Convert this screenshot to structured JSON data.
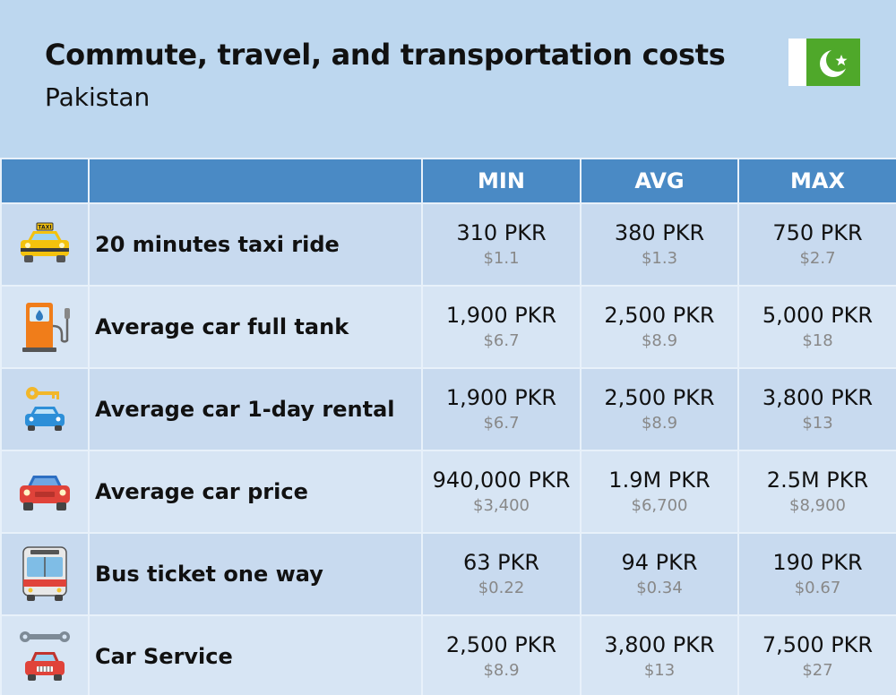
{
  "header": {
    "title": "Commute, travel, and transportation costs",
    "subtitle": "Pakistan",
    "flag": {
      "name": "pakistan-flag-icon",
      "green": "#4fa82a",
      "white": "#ffffff"
    }
  },
  "table": {
    "columns": [
      "MIN",
      "AVG",
      "MAX"
    ],
    "rows": [
      {
        "label": "20 minutes taxi ride",
        "icon": "taxi-icon",
        "min": {
          "pkr": "310 PKR",
          "usd": "$1.1"
        },
        "avg": {
          "pkr": "380 PKR",
          "usd": "$1.3"
        },
        "max": {
          "pkr": "750 PKR",
          "usd": "$2.7"
        }
      },
      {
        "label": "Average car full tank",
        "icon": "fuel-pump-icon",
        "min": {
          "pkr": "1,900 PKR",
          "usd": "$6.7"
        },
        "avg": {
          "pkr": "2,500 PKR",
          "usd": "$8.9"
        },
        "max": {
          "pkr": "5,000 PKR",
          "usd": "$18"
        }
      },
      {
        "label": "Average car 1-day rental",
        "icon": "car-rental-key-icon",
        "min": {
          "pkr": "1,900 PKR",
          "usd": "$6.7"
        },
        "avg": {
          "pkr": "2,500 PKR",
          "usd": "$8.9"
        },
        "max": {
          "pkr": "3,800 PKR",
          "usd": "$13"
        }
      },
      {
        "label": "Average car price",
        "icon": "car-icon",
        "min": {
          "pkr": "940,000 PKR",
          "usd": "$3,400"
        },
        "avg": {
          "pkr": "1.9M PKR",
          "usd": "$6,700"
        },
        "max": {
          "pkr": "2.5M PKR",
          "usd": "$8,900"
        }
      },
      {
        "label": "Bus ticket one way",
        "icon": "bus-icon",
        "min": {
          "pkr": "63 PKR",
          "usd": "$0.22"
        },
        "avg": {
          "pkr": "94 PKR",
          "usd": "$0.34"
        },
        "max": {
          "pkr": "190 PKR",
          "usd": "$0.67"
        }
      },
      {
        "label": "Car Service",
        "icon": "car-service-wrench-icon",
        "min": {
          "pkr": "2,500 PKR",
          "usd": "$8.9"
        },
        "avg": {
          "pkr": "3,800 PKR",
          "usd": "$13"
        },
        "max": {
          "pkr": "7,500 PKR",
          "usd": "$27"
        }
      }
    ]
  }
}
